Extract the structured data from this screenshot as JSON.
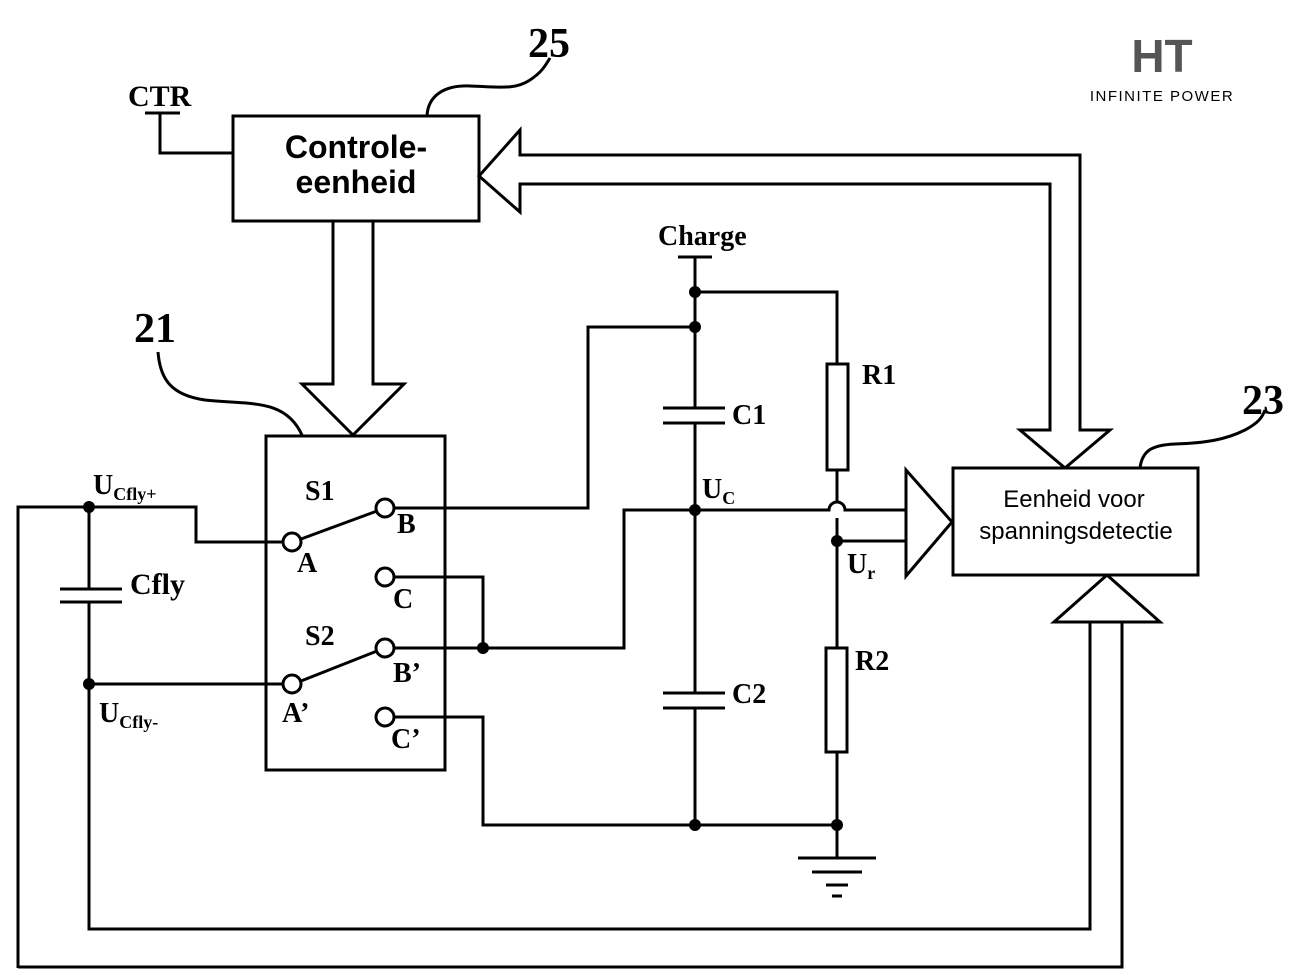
{
  "logo": {
    "mark": "HT",
    "tagline": "INFINITE POWER"
  },
  "labels": {
    "ctr": "CTR",
    "ref_25": "25",
    "ref_21": "21",
    "ref_23": "23",
    "charge": "Charge",
    "r1": "R1",
    "r2": "R2",
    "c1": "C1",
    "c2": "C2",
    "uc_main": "U",
    "uc_sub": "C",
    "ur_main": "U",
    "ur_sub": "r",
    "ucfly_plus_main": "U",
    "ucfly_plus_sub": "Cfly+",
    "ucfly_minus_main": "U",
    "ucfly_minus_sub": "Cfly-",
    "cfly": "Cfly",
    "s1": "S1",
    "s2": "S2",
    "a": "A",
    "b": "B",
    "c": "C",
    "a_prime": "A’",
    "b_prime": "B’",
    "c_prime": "C’"
  },
  "control_unit": {
    "line1": "Controle-",
    "line2": "eenheid"
  },
  "detection_unit": {
    "line1": "Eenheid voor",
    "line2": "spanningsdetectie"
  }
}
